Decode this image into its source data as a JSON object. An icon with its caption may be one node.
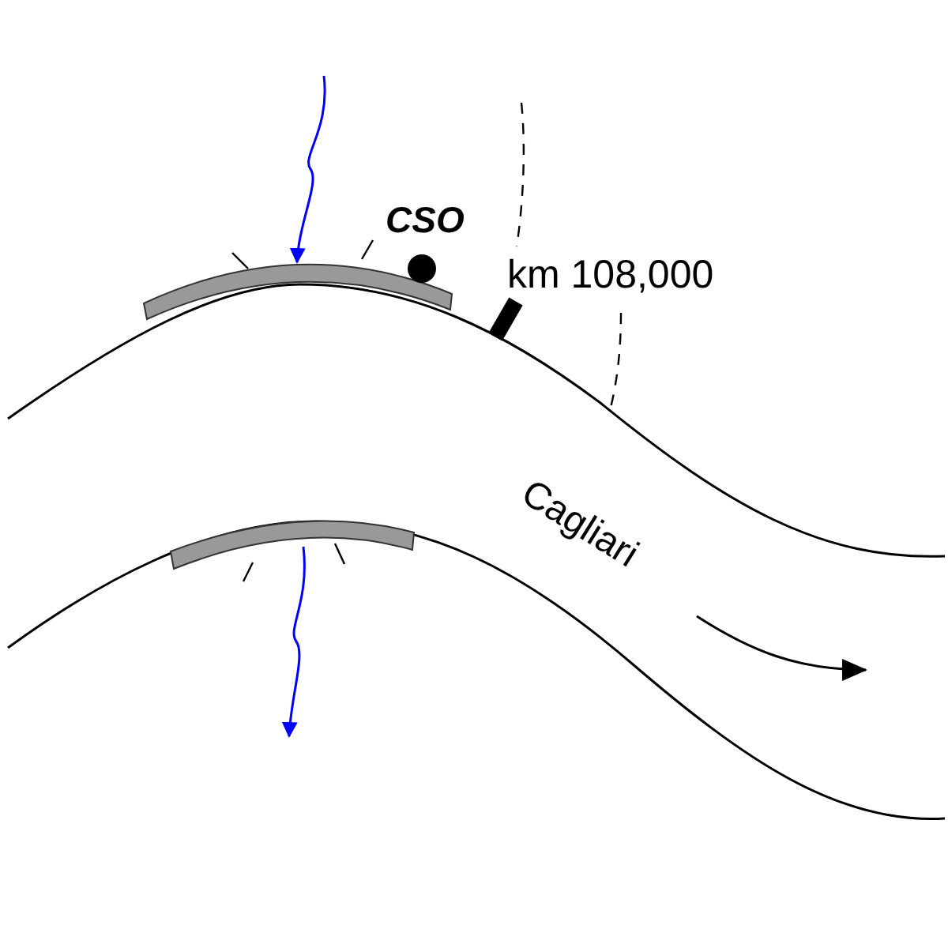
{
  "diagram": {
    "nodes": [
      {
        "text": [],
        "shape": "bar"
      },
      {
        "text": [],
        "shape": "bar"
      }
    ],
    "edges": [
      {
        "from": null,
        "to": 0,
        "arrow": "to"
      },
      {
        "from": 1,
        "to": null,
        "arrow": "to"
      }
    ],
    "labels": [
      "CSO",
      "km 108,000",
      "Cagliari"
    ]
  }
}
